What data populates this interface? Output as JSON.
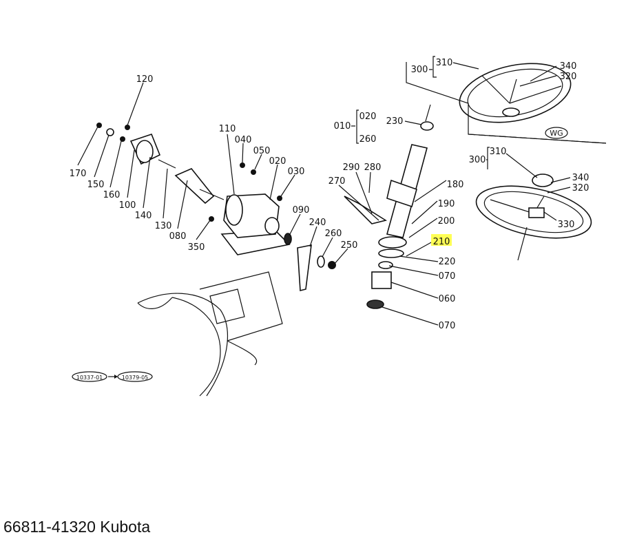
{
  "caption": "66811-41320 Kubota",
  "highlight_color": "#ffff55",
  "highlighted_callout": "210",
  "callouts": {
    "c120": "120",
    "c170": "170",
    "c150": "150",
    "c160": "160",
    "c100": "100",
    "c140": "140",
    "c130": "130",
    "c080": "080",
    "c350": "350",
    "c110": "110",
    "c040": "040",
    "c050": "050",
    "c020": "020",
    "c030": "030",
    "c090": "090",
    "c240": "240",
    "c260": "260",
    "c250": "250",
    "c010": "010",
    "c020b": "020",
    "c260b": "260",
    "c230": "230",
    "c290": "290",
    "c280": "280",
    "c270": "270",
    "c180": "180",
    "c190": "190",
    "c200": "200",
    "c210": "210",
    "c220": "220",
    "c070a": "070",
    "c060": "060",
    "c070b": "070",
    "c300a": "300",
    "c310a": "310",
    "c340a": "340",
    "c320a": "320",
    "wg": "WG",
    "c300b": "300",
    "c310b": "310",
    "c340b": "340",
    "c320b": "320",
    "c330": "330"
  },
  "refs": {
    "from": "10337-01",
    "to": "10379-05"
  }
}
